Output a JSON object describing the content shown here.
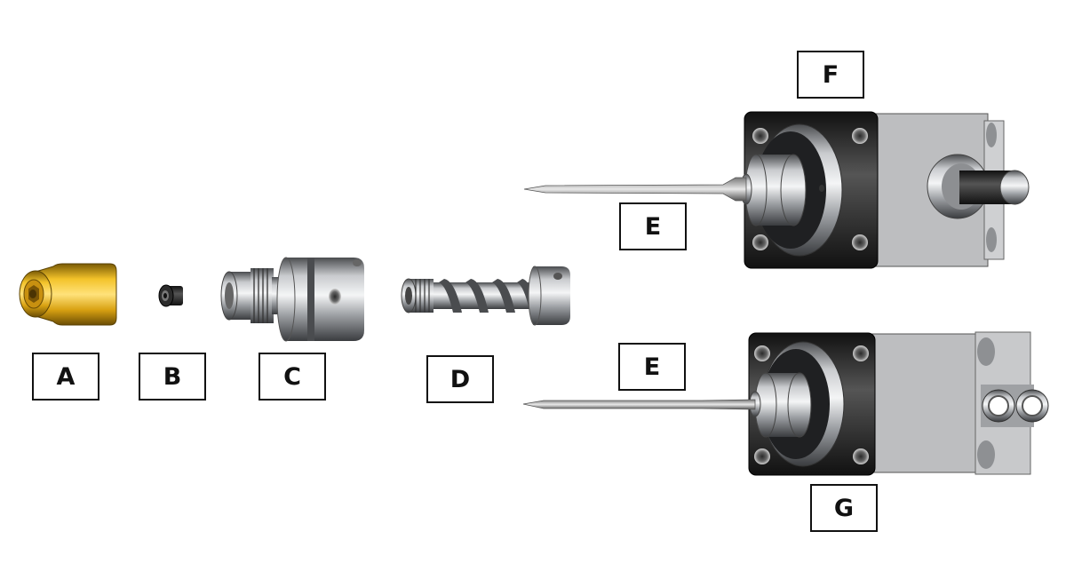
{
  "labels": {
    "A": "A",
    "B": "B",
    "C": "C",
    "D": "D",
    "E_top": "E",
    "E_bottom": "E",
    "F": "F",
    "G": "G"
  },
  "colors": {
    "brass": "#d9a712",
    "steel": "#b8babd",
    "dark_block": "#2a2b2d",
    "outline": "#111111"
  }
}
